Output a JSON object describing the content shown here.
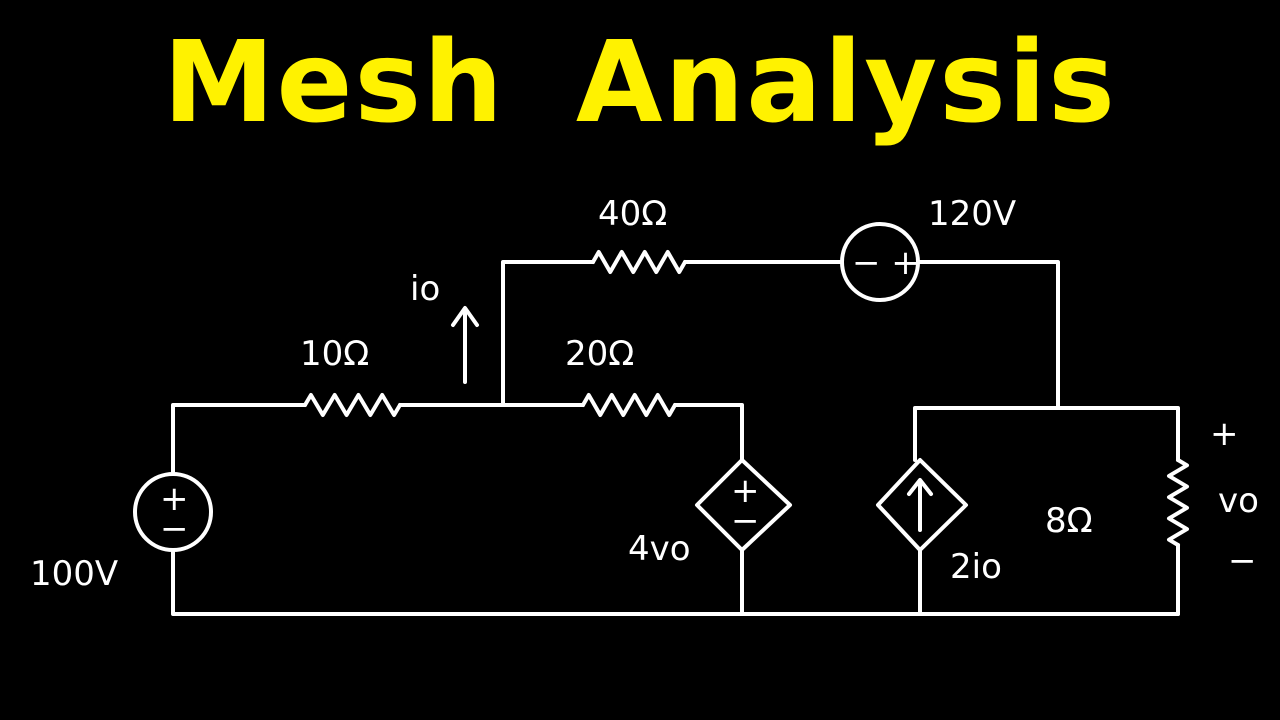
{
  "title": "Mesh Analysis",
  "colors": {
    "title": "#FFF200",
    "wire": "#FFFFFF",
    "background": "#000000"
  },
  "labels": {
    "r10": "10Ω",
    "r20": "20Ω",
    "r40": "40Ω",
    "r8": "8Ω",
    "v100": "100V",
    "v120": "120V",
    "v120_polarity": "− +",
    "v100_polarity_plus": "+",
    "v100_polarity_minus": "−",
    "dep_v": "4vo",
    "dep_v_plus": "+",
    "dep_v_minus": "−",
    "dep_i": "2io",
    "io": "io",
    "vo": "vo",
    "vo_plus": "+",
    "vo_minus": "−"
  }
}
